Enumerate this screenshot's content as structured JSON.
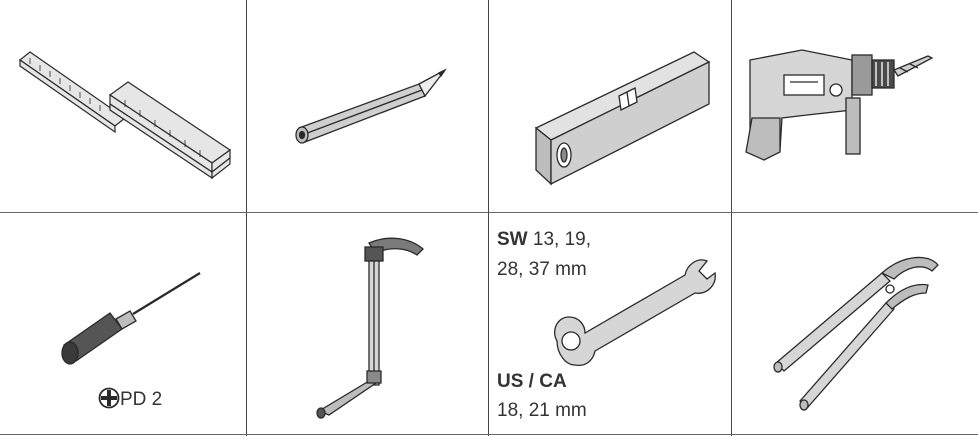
{
  "tools": {
    "screwdriver": {
      "size_label": "PD 2"
    },
    "wrench": {
      "sw_label": "SW",
      "sw_sizes_line1": "13, 19,",
      "sw_sizes_line2": "28, 37 mm",
      "us_label": "US / CA",
      "us_sizes": "18, 21 mm"
    }
  },
  "colors": {
    "line": "#444444",
    "stroke": "#2a2a2a",
    "fill_light": "#d4d4d4",
    "fill_mid": "#a8a8a8",
    "fill_dark": "#555555"
  }
}
